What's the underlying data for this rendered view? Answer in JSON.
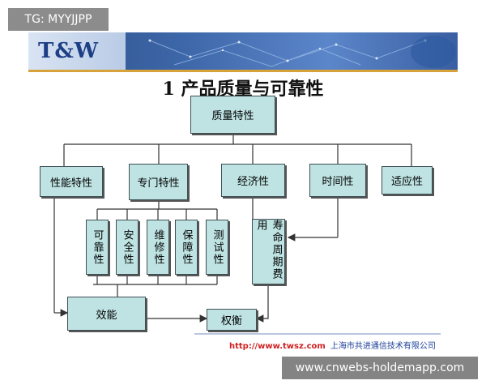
{
  "watermarks": {
    "top": "TG: MYYJJPP",
    "bottom": "www.cnwebs-holdemapp.com"
  },
  "banner": {
    "logo": "T&W"
  },
  "title": "1 产品质量与可靠性",
  "diagram": {
    "root": "质量特性",
    "level1": [
      "性能特性",
      "专门特性",
      "经济性",
      "时间性",
      "适应性"
    ],
    "special": [
      "可靠性",
      "安全性",
      "维修性",
      "保障性",
      "测试性"
    ],
    "lifecycle_cost": "寿命周期费用",
    "effectiveness": "效能",
    "tradeoff": "权衡"
  },
  "footer": {
    "url": "http://www.twsz.com",
    "org": "上海市共进通信技术有限公司"
  }
}
